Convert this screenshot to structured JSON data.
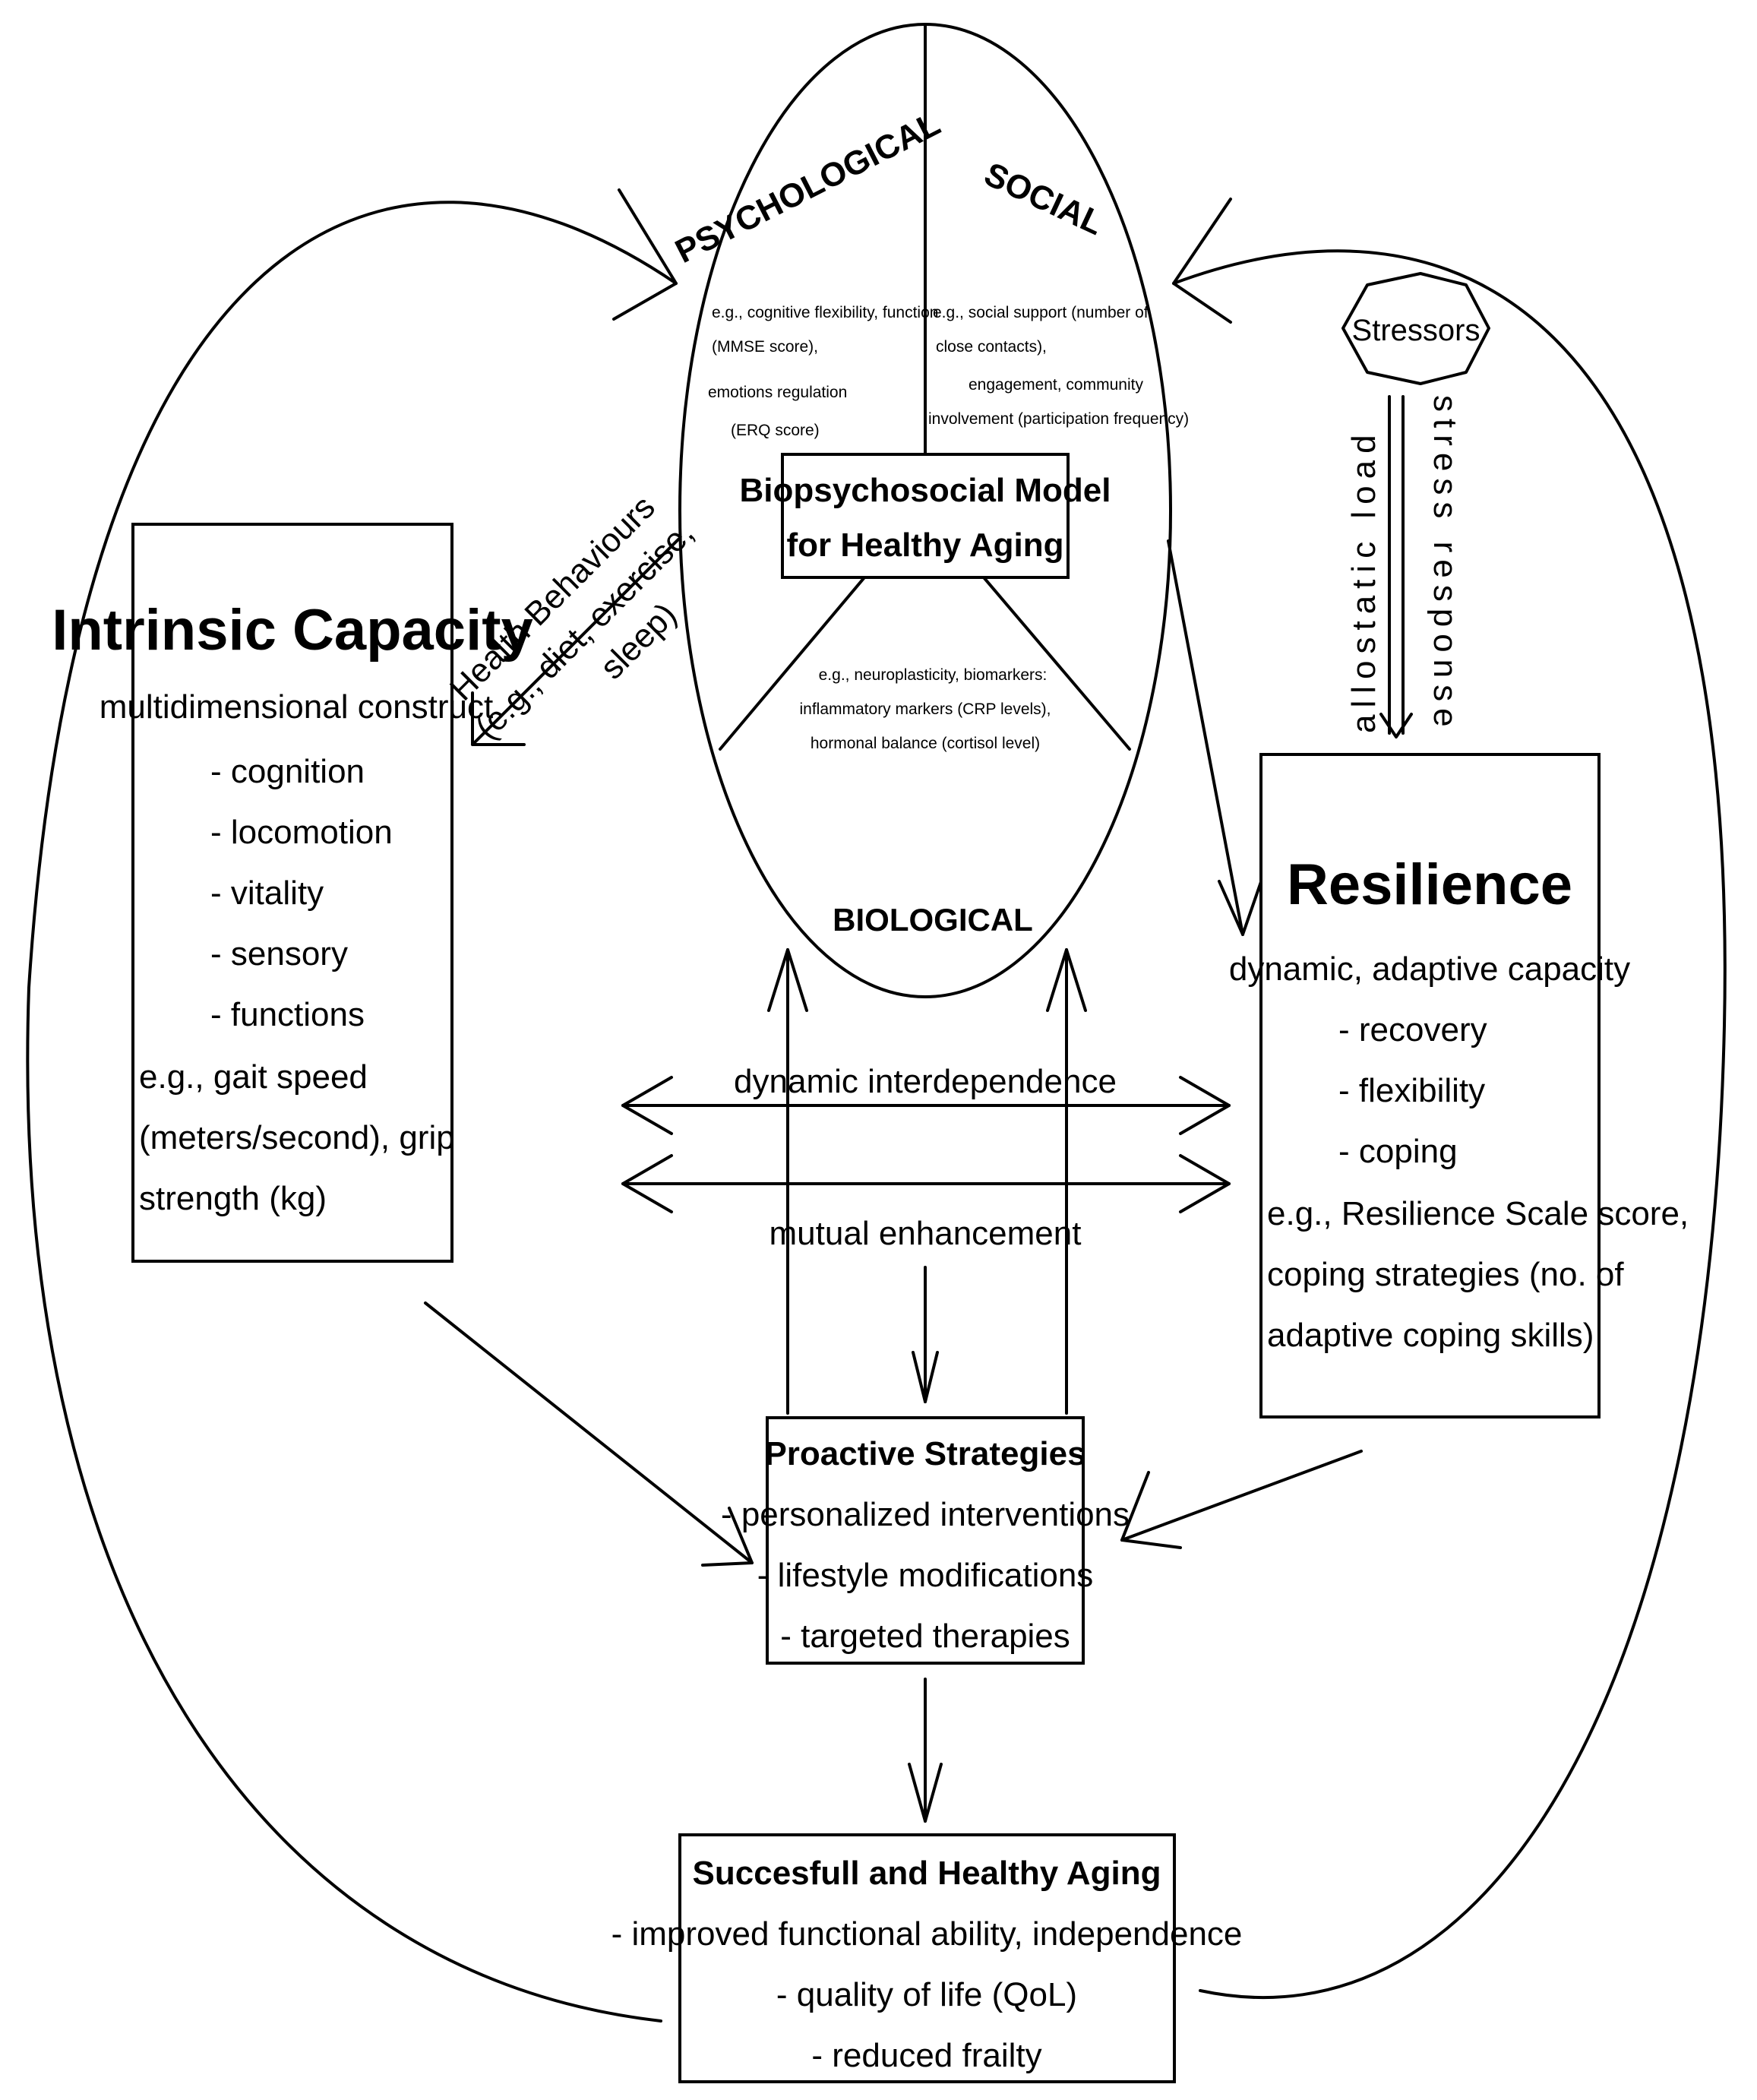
{
  "model": {
    "title_line1": "Biopsychosocial Model",
    "title_line2": "for Healthy Aging",
    "psychological": {
      "label": "PSYCHOLOGICAL",
      "examples": [
        "e.g., cognitive flexibility, function",
        "(MMSE score),",
        "emotions regulation",
        "(ERQ score)"
      ]
    },
    "social": {
      "label": "SOCIAL",
      "examples": [
        "e.g., social support (number of",
        "close contacts),",
        "engagement, community",
        "involvement (participation frequency)"
      ]
    },
    "biological": {
      "label": "BIOLOGICAL",
      "examples": [
        "e.g., neuroplasticity, biomarkers:",
        "inflammatory markers (CRP levels),",
        "hormonal balance (cortisol level)"
      ]
    }
  },
  "health_behaviours": {
    "line1": "Health Behaviours",
    "line2": "(e.g., diet, exercise,",
    "line3": "sleep)"
  },
  "stressors": {
    "label": "Stressors",
    "stress_response": "stress response",
    "allostatic_load": "allostatic load"
  },
  "intrinsic_capacity": {
    "title": "Intrinsic Capacity",
    "subtitle": "multidimensional construct",
    "items": [
      "- cognition",
      "- locomotion",
      "- vitality",
      "- sensory",
      "- functions"
    ],
    "examples": [
      "e.g., gait speed",
      "(meters/second), grip",
      "strength (kg)"
    ]
  },
  "resilience": {
    "title": "Resilience",
    "subtitle": "dynamic, adaptive capacity",
    "items": [
      "- recovery",
      "- flexibility",
      "- coping"
    ],
    "examples": [
      "e.g., Resilience Scale score,",
      "coping strategies (no. of",
      "adaptive coping skills)"
    ]
  },
  "links": {
    "dynamic_interdependence": "dynamic interdependence",
    "mutual_enhancement": "mutual enhancement"
  },
  "proactive_strategies": {
    "title": "Proactive Strategies",
    "items": [
      "- personalized interventions",
      "- lifestyle modifications",
      "- targeted therapies"
    ]
  },
  "healthy_aging": {
    "title": "Succesfull and Healthy Aging",
    "items": [
      "- improved functional ability, independence",
      "- quality of life (QoL)",
      "- reduced frailty"
    ]
  }
}
